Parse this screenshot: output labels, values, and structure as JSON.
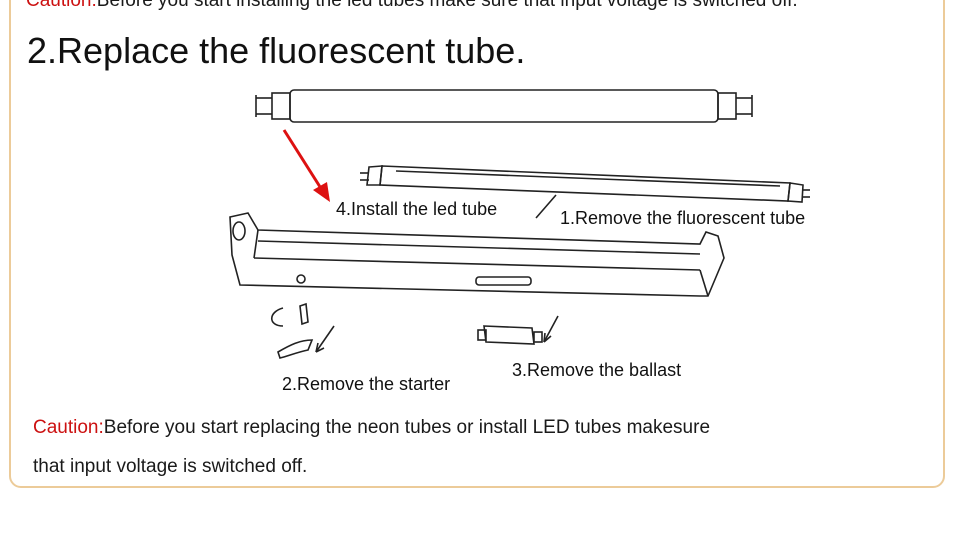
{
  "top_caution": {
    "label": "Caution:",
    "text": "Before you start installing the led tubes make sure that input voltage is switched off."
  },
  "heading": "2.Replace the fluorescent tube.",
  "labels": {
    "install": "4.Install the led tube",
    "remove_tube": "1.Remove the fluorescent tube",
    "remove_starter": "2.Remove the starter",
    "remove_ballast": "3.Remove the ballast"
  },
  "bottom_caution": {
    "label": "Caution:",
    "line1": "Before you start  replacing the neon tubes  or install LED tubes  makesure",
    "line2": "that input  voltage is switched off."
  },
  "colors": {
    "caution": "#cc1111",
    "border": "#eccb99",
    "arrow": "#dd1111"
  }
}
